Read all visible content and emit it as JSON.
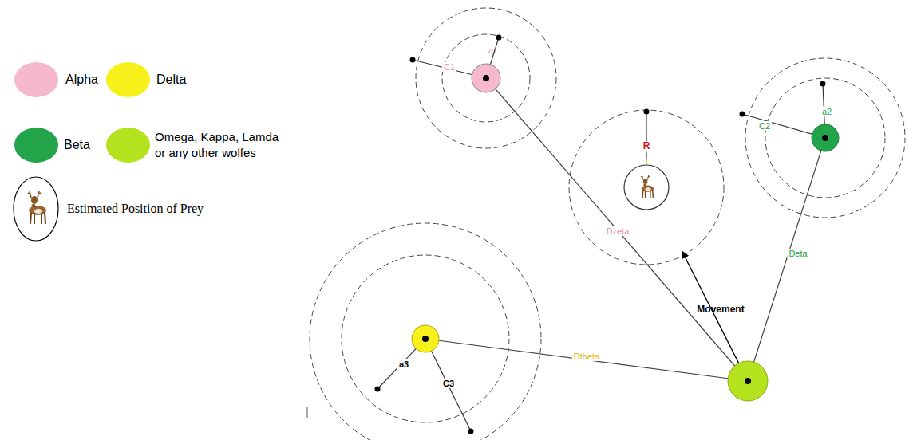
{
  "diagram": {
    "labels": [
      "a1",
      "C1",
      "R",
      "Dzeta",
      "a2",
      "C2",
      "Deta",
      "Movement",
      "a3",
      "C3",
      "Dtheta"
    ],
    "legend": [
      {
        "text": "Alpha",
        "color": "#f6b8cc"
      },
      {
        "text": "Delta",
        "color": "#f7f01a"
      },
      {
        "text": "Beta",
        "color": "#23a34a"
      },
      {
        "text": "Omega, Kappa, Lamda or any other wolfes",
        "color": "#b5e21f"
      },
      {
        "text": "Estimated Position of Prey"
      }
    ]
  }
}
